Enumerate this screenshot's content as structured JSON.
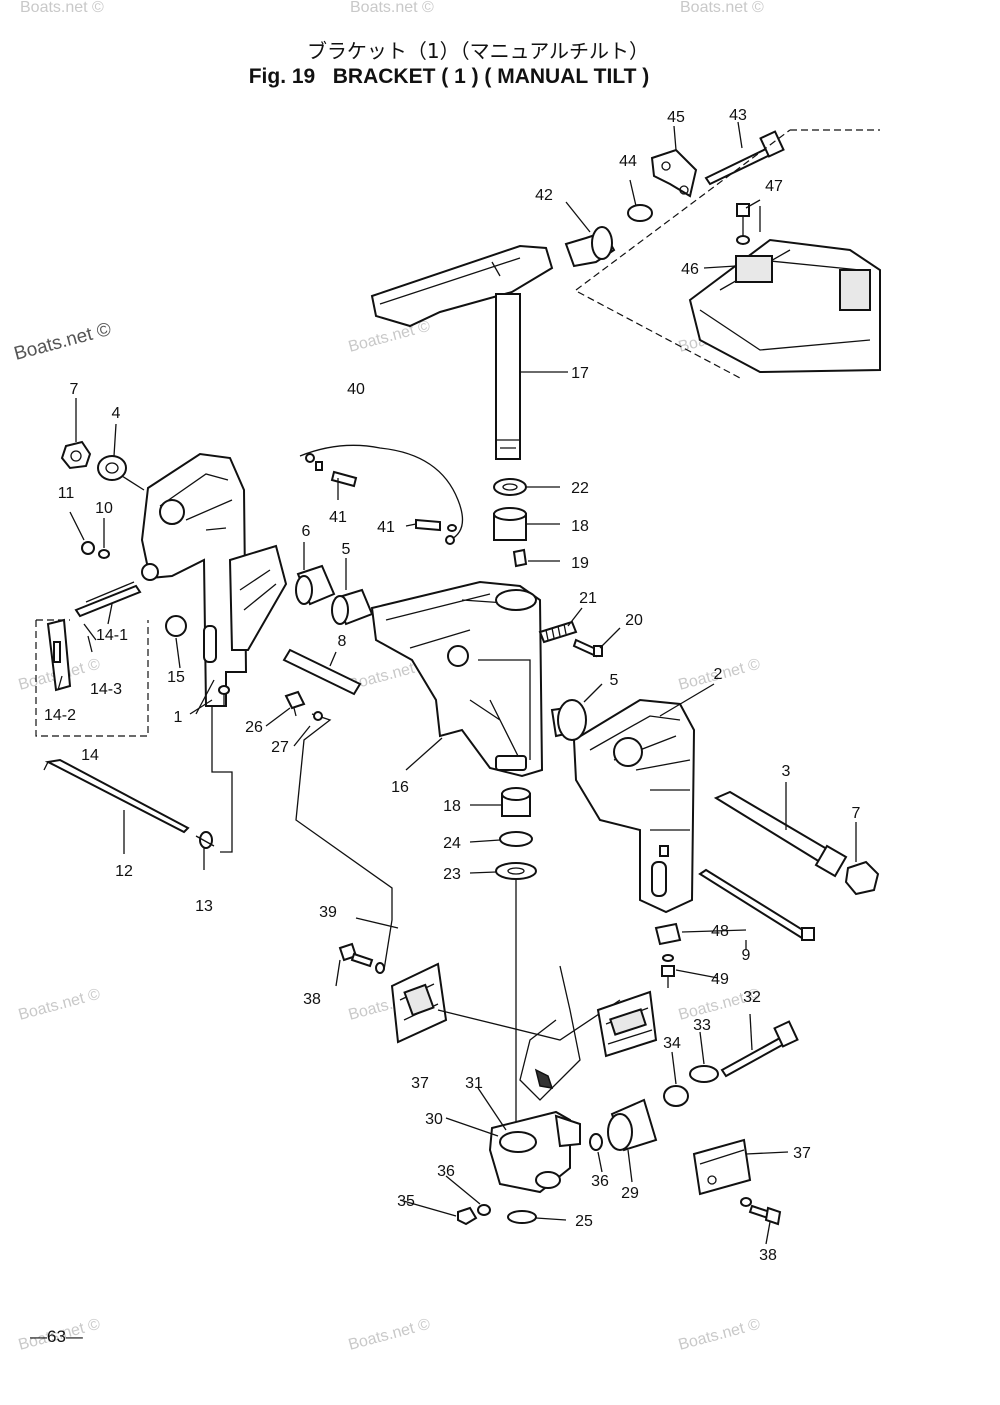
{
  "title_jp": "ブラケット（1）（マニュアルチルト）",
  "title_en": "Fig. 19   BRACKET ( 1 ) ( MANUAL TILT )",
  "page_number": "—63—",
  "watermark_main": "Boats.net ©",
  "watermark_faint": "Boats.net ©",
  "callouts": {
    "c1": "1",
    "c2": "2",
    "c3": "3",
    "c4": "4",
    "c5a": "5",
    "c5b": "5",
    "c6": "6",
    "c7a": "7",
    "c7b": "7",
    "c8": "8",
    "c9": "9",
    "c10": "10",
    "c11": "11",
    "c12": "12",
    "c13": "13",
    "c14": "14",
    "c14_1": "14-1",
    "c14_2": "14-2",
    "c14_3": "14-3",
    "c15": "15",
    "c16": "16",
    "c17": "17",
    "c18a": "18",
    "c18b": "18",
    "c19": "19",
    "c20": "20",
    "c21": "21",
    "c22": "22",
    "c23": "23",
    "c24": "24",
    "c25": "25",
    "c26": "26",
    "c27": "27",
    "c29": "29",
    "c30": "30",
    "c31": "31",
    "c32": "32",
    "c33": "33",
    "c34": "34",
    "c35": "35",
    "c36a": "36",
    "c36b": "36",
    "c37a": "37",
    "c37b": "37",
    "c38a": "38",
    "c38b": "38",
    "c39": "39",
    "c40": "40",
    "c41a": "41",
    "c41b": "41",
    "c42": "42",
    "c43": "43",
    "c44": "44",
    "c45": "45",
    "c46": "46",
    "c47": "47",
    "c48": "48",
    "c49": "49"
  }
}
